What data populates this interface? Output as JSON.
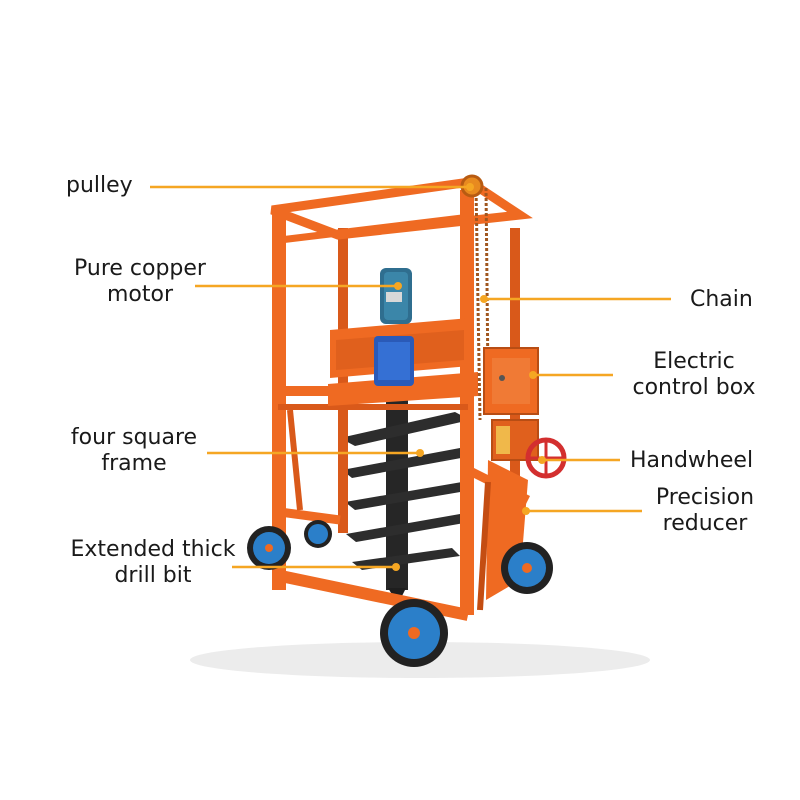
{
  "image": {
    "subject": "vertical auger post-hole drilling rig on wheels",
    "colors": {
      "frame": "#ef6a22",
      "frame_shadow": "#c44d12",
      "wheel_rim": "#2b7fc9",
      "motor": "#2f6e8f",
      "reducer": "#2a5ab8",
      "auger": "#2a2a2a",
      "leader_line": "#f5a623",
      "background": "#ffffff"
    }
  },
  "labels": {
    "pulley": "pulley",
    "motor": [
      "Pure copper",
      "motor"
    ],
    "frame": [
      "four square",
      "frame"
    ],
    "drill_bit": [
      "Extended thick",
      "drill bit"
    ],
    "chain": "Chain",
    "control_box": [
      "Electric",
      "control box"
    ],
    "handwheel": "Handwheel",
    "reducer": [
      "Precision",
      "reducer"
    ]
  }
}
